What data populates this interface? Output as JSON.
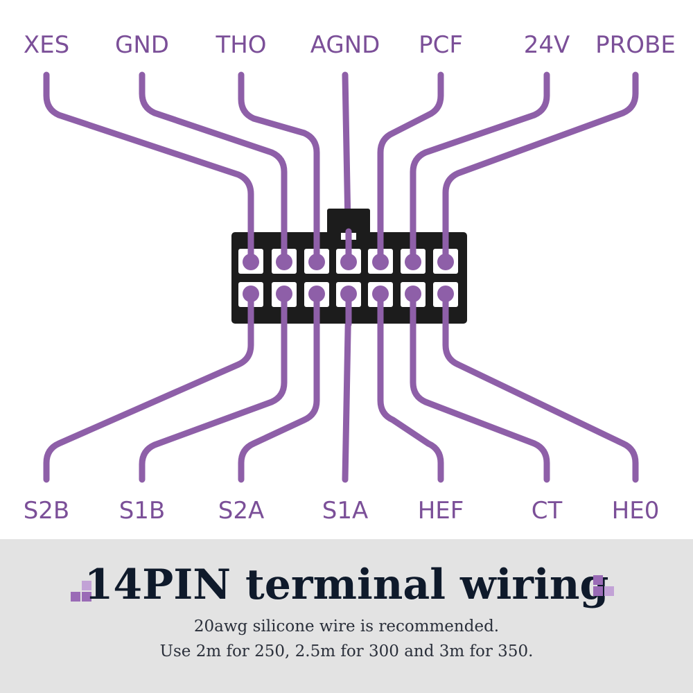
{
  "colors": {
    "wire": "#8e5fa8",
    "connector": "#1c1c1c",
    "cell": "#ffffff",
    "label": "#7b4f98",
    "footer_bg": "#e3e3e3",
    "title": "#0f1a2b",
    "note": "#2a2f3a"
  },
  "diagram": {
    "top_labels": [
      "XES",
      "GND",
      "THO",
      "AGND",
      "PCF",
      "24V",
      "PROBE"
    ],
    "bottom_labels": [
      "S2B",
      "S1B",
      "S2A",
      "S1A",
      "HEF",
      "CT",
      "HE0"
    ]
  },
  "footer": {
    "title": "14PIN terminal wiring",
    "note_line_1": "20awg silicone wire is recommended.",
    "note_line_2": "Use 2m for 250, 2.5m for 300 and 3m for 350."
  }
}
